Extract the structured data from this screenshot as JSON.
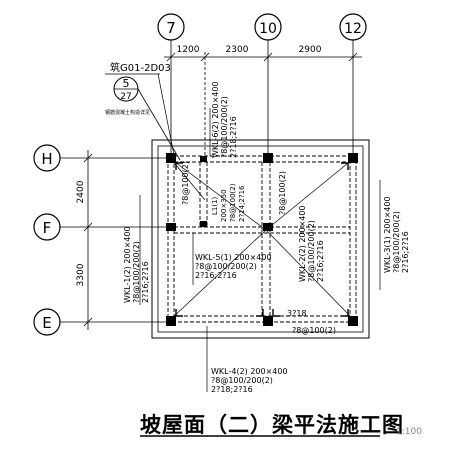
{
  "drawing": {
    "title": "坡屋面（二）梁平法施工图",
    "scale": "1:100"
  },
  "grid_top": [
    {
      "label": "7"
    },
    {
      "label": "10"
    },
    {
      "label": "12"
    }
  ],
  "grid_left": [
    {
      "label": "H"
    },
    {
      "label": "F"
    },
    {
      "label": "E"
    }
  ],
  "dims_top": [
    "1200",
    "2300",
    "2900"
  ],
  "dims_left": [
    "2400",
    "3300"
  ],
  "detail_ref": {
    "number": "5",
    "sheet": "27",
    "code": "筑G01-2D03",
    "note": "钢筋混凝土构造详见"
  },
  "beams": {
    "wkl6": [
      "WKL-6(2) 200×400",
      "?8@100/200(2)",
      "2?18;2?16"
    ],
    "l1": [
      "L1(1)",
      "200×350",
      "?8@100(2)",
      "2?14;2?16"
    ],
    "wkl5": [
      "WKL-5(1) 200×400",
      "?8@100/200(2)",
      "2?16;2?16"
    ],
    "wkl1": [
      "WKL-1(2) 200×400",
      "?8@100/200(2)",
      "2?16;2?16"
    ],
    "wkl2": [
      "WKL-2(2) 200×400",
      "?8@100/200(2)",
      "2?16;2?16"
    ],
    "wkl3": [
      "WKL-3(1) 200×400",
      "?8@100/200(2)",
      "2?16;2?16"
    ],
    "wkl4": [
      "WKL-4(2) 200×400",
      "?8@100/200(2)",
      "2?18;2?16"
    ],
    "stirrup_a": "?8@100(2)",
    "stirrup_b": "?8@100(2)",
    "stirrup_bottom": "?8@100(2)",
    "bars_3": "3?18"
  }
}
